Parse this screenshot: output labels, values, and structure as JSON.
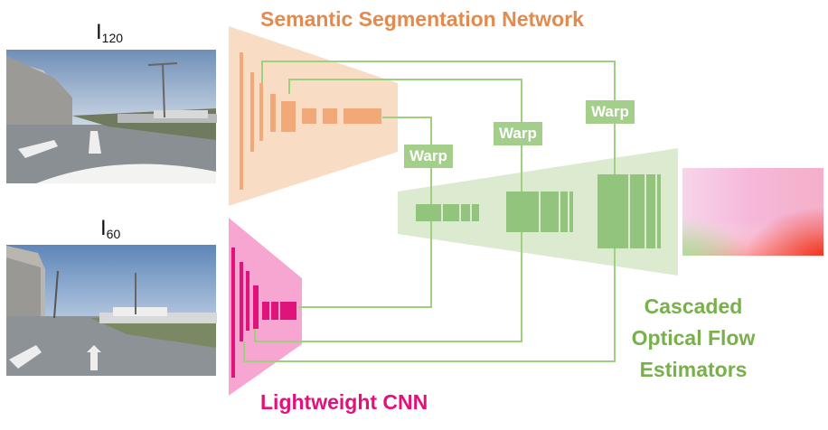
{
  "labels": {
    "seg_network": "Semantic Segmentation Network",
    "light_cnn": "Lightweight CNN",
    "flow_line1": "Cascaded",
    "flow_line2": "Optical Flow",
    "flow_line3": "Estimators",
    "img_top_main": "I",
    "img_top_sub": "120",
    "img_bottom_main": "I",
    "img_bottom_sub": "60",
    "warp1": "Warp",
    "warp2": "Warp",
    "warp3": "Warp"
  },
  "colors": {
    "orange_fill": "#f9dcc4",
    "orange_block": "#f2a97a",
    "pink_fill": "#f7a6d2",
    "pink_block": "#e0137a",
    "green_fill": "#dcebd0",
    "green_block": "#93c47d",
    "green_line": "#9fd07f"
  }
}
